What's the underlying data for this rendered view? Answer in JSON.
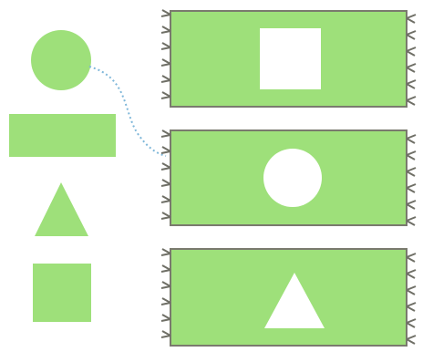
{
  "colors": {
    "background": "#ffffff",
    "shape_fill": "#9ee07a",
    "rug_fill": "#9ee07a",
    "rug_border": "#7a7a6e",
    "fringe": "#6f6f66",
    "cutout": "#ffffff",
    "connector": "#7fb7d9"
  },
  "left_shapes": [
    {
      "kind": "circle",
      "icon": "circle-shape"
    },
    {
      "kind": "rectangle",
      "icon": "rectangle-shape"
    },
    {
      "kind": "triangle",
      "icon": "triangle-shape"
    },
    {
      "kind": "square",
      "icon": "square-shape"
    }
  ],
  "rugs": [
    {
      "hole": "square",
      "icon": "rug-with-square-hole"
    },
    {
      "hole": "circle",
      "icon": "rug-with-circle-hole"
    },
    {
      "hole": "triangle",
      "icon": "rug-with-triangle-hole"
    }
  ],
  "connection": {
    "from_shape": "circle",
    "to_rug": "circle",
    "style": "dotted"
  }
}
